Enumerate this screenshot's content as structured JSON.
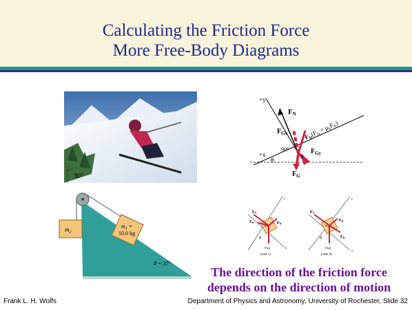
{
  "slide": {
    "title_line1": "Calculating the Friction Force",
    "title_line2": "More Free-Body Diagrams",
    "ski_angle": "30°",
    "fbd1": {
      "y_axis": "+y",
      "x_axis": "+x",
      "normal": "F",
      "normal_sub": "N",
      "gx": "F",
      "gx_sub": "Gx",
      "friction": "F",
      "friction_sub": "fr",
      "friction_formula": "(F",
      "friction_formula_2": "fr",
      "friction_formula_3": " = μ",
      "friction_formula_4": "k",
      "friction_formula_5": "F",
      "friction_formula_6": "N",
      "friction_formula_7": ")",
      "gy": "F",
      "gy_sub": "Gy",
      "grav": "F",
      "grav_sub": "G",
      "angle_90": "90°",
      "theta": "θ"
    },
    "ramp": {
      "m2": "m",
      "m2_sub": "2",
      "m1": "m",
      "m1_sub": "1",
      "m1_eq": " =",
      "mass_value": "10.0 kg",
      "angle": "θ = 37°"
    },
    "fbd2": {
      "case1": "(case i)",
      "case2": "(case ii)",
      "ft": "F",
      "ft_sub": "T",
      "ffr": "F",
      "ffr_sub": "fr",
      "fn": "F",
      "fn_sub": "N",
      "m1g": "m",
      "m1g_sub": "1",
      "m1g_g": "g",
      "mass": "m",
      "mass_sub": "1",
      "x": "x",
      "y": "y",
      "theta": "θ"
    },
    "caption_line1": "The direction of the friction force",
    "caption_line2": "depends on the direction of motion",
    "footer_left": "Frank L. H. Wolfs",
    "footer_right": "Department of Physics and Astronomy, University of Rochester, Slide 32",
    "colors": {
      "title": "#1d2a8a",
      "caption": "#6a1497",
      "arrow_red": "#d31f44",
      "ramp_teal": "#35a7a2",
      "rule_green": "#1e9a78",
      "rule_blue": "#2b2f8f"
    }
  }
}
